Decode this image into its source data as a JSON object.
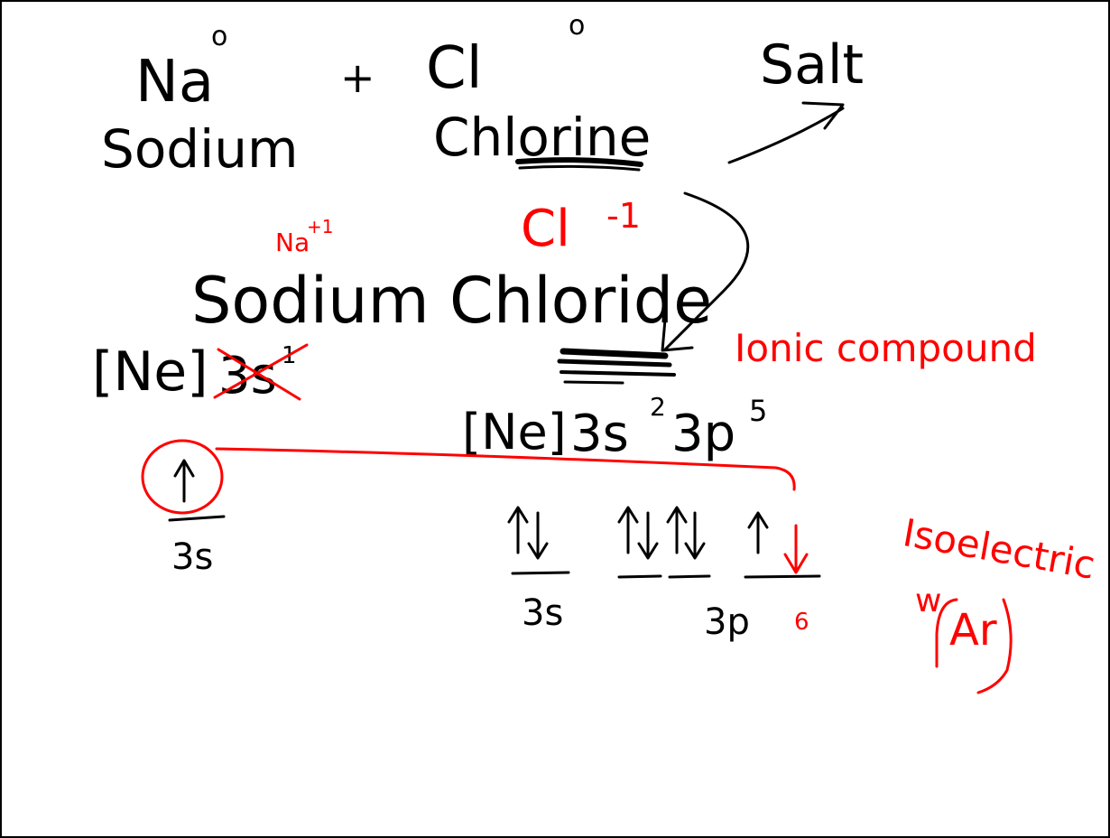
{
  "colors": {
    "ink": "#000000",
    "annotation": "#ff0000",
    "background": "#ffffff"
  },
  "line1": {
    "na": "Na",
    "na_charge": "o",
    "plus": "+",
    "cl": "Cl",
    "cl_charge": "o",
    "salt": "Salt"
  },
  "line2": {
    "sodium": "Sodium",
    "chlorine": "Chlorine"
  },
  "ions": {
    "na_ion": "Na",
    "na_ion_charge": "+1",
    "cl_ion": "Cl",
    "cl_ion_charge": "-1"
  },
  "compound": {
    "name": "Sodium Chloride",
    "type_note": "Ionic compound"
  },
  "na_config": {
    "core": "[Ne]",
    "valence": "3s",
    "valence_exp": "1"
  },
  "cl_config": {
    "core": "[Ne]",
    "s_part": "3s",
    "s_exp": "2",
    "p_part": "3p",
    "p_exp": "5"
  },
  "orbitals": {
    "na_3s_label": "3s",
    "cl_3s_label": "3s",
    "cl_3p_label": "3p",
    "cl_3p_new_count": "6"
  },
  "isoelectronic_note": {
    "word": "Isoelectric",
    "to": "w",
    "element": "Ar"
  }
}
